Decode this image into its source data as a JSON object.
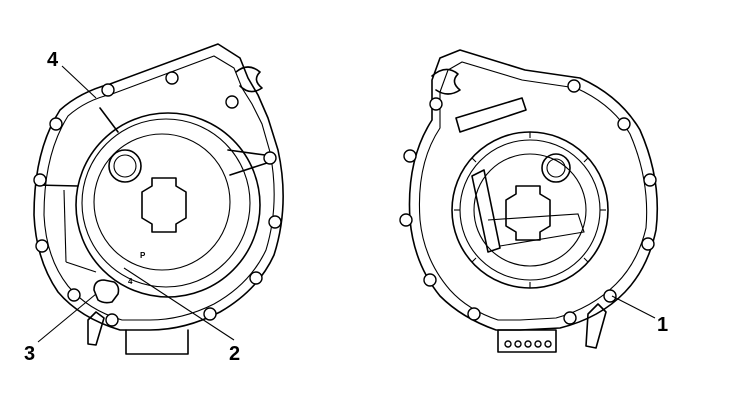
{
  "callouts": [
    {
      "id": "1",
      "label": "1"
    },
    {
      "id": "2",
      "label": "2"
    },
    {
      "id": "3",
      "label": "3"
    },
    {
      "id": "4",
      "label": "4"
    }
  ],
  "marks": {
    "p_mark": "P",
    "a_mark": "4"
  }
}
